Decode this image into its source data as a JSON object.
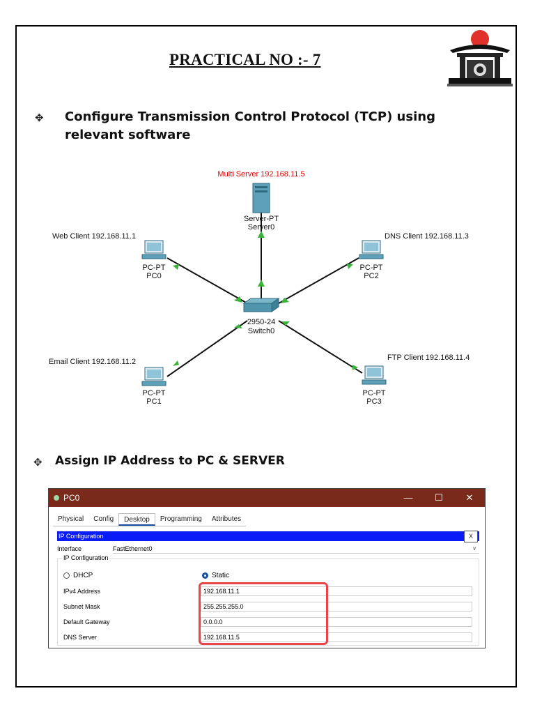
{
  "page": {
    "title": "PRACTICAL NO :- 7",
    "bullet_glyph": "✥",
    "heading1": "Configure Transmission Control Protocol (TCP) using relevant software",
    "heading2": "Assign IP Address  to PC & SERVER"
  },
  "diagram": {
    "server": {
      "label_top": "Multi Server 192.168.11.5",
      "type": "Server-PT",
      "name": "Server0"
    },
    "switch": {
      "type": "2950-24",
      "name": "Switch0"
    },
    "pcs": [
      {
        "label": "Web Client  192.168.11.1",
        "type": "PC-PT",
        "name": "PC0"
      },
      {
        "label": "Email Client 192.168.11.2",
        "type": "PC-PT",
        "name": "PC1"
      },
      {
        "label": "DNS Client 192.168.11.3",
        "type": "PC-PT",
        "name": "PC2"
      },
      {
        "label": "FTP Client 192.168.11.4",
        "type": "PC-PT",
        "name": "PC3"
      }
    ],
    "colors": {
      "link_ok": "#2fb52f",
      "server_label": "#e00000"
    }
  },
  "window": {
    "title": "PC0",
    "controls": {
      "minimize": "—",
      "maximize": "☐",
      "close": "✕"
    },
    "tabs": [
      "Physical",
      "Config",
      "Desktop",
      "Programming",
      "Attributes"
    ],
    "active_tab": "Desktop",
    "ip_bar": "IP Configuration",
    "close_x": "X",
    "interface_label": "Interface",
    "interface_value": "FastEthernet0",
    "group_label": "IP Configuration",
    "dhcp_label": "DHCP",
    "static_label": "Static",
    "fields": [
      {
        "label": "IPv4 Address",
        "value": "192.168.11.1"
      },
      {
        "label": "Subnet Mask",
        "value": "255.255.255.0"
      },
      {
        "label": "Default Gateway",
        "value": "0.0.0.0"
      },
      {
        "label": "DNS Server",
        "value": "192.168.11.5"
      }
    ]
  }
}
